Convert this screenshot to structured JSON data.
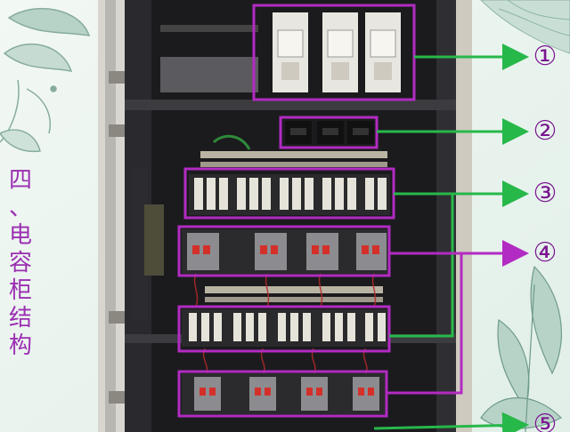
{
  "side_title": [
    "四",
    "、",
    "电",
    "容",
    "柜",
    "结",
    "构"
  ],
  "callouts": [
    "①",
    "②",
    "③",
    "④",
    "⑤"
  ],
  "colors": {
    "title": "#9b2fb2",
    "box": "#b22bc2",
    "arrow_green": "#27b84a",
    "arrow_purple": "#b22bc2",
    "cabinet": "#1b1b1e"
  },
  "icons": [
    "fuse-switch-icon",
    "current-transformer-icon",
    "fuse-block-icon",
    "contactor-icon"
  ]
}
